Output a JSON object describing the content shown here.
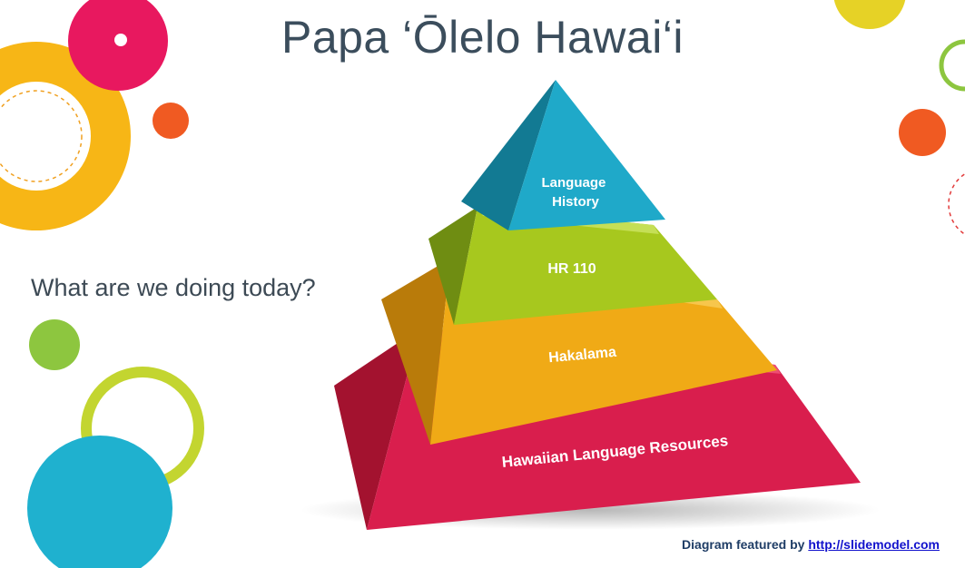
{
  "slide": {
    "title": "Papa ‘Ōlelo Hawai‘i",
    "subtitle": "What are we doing today?"
  },
  "pyramid": {
    "levels": [
      {
        "lines": [
          "Language",
          "History"
        ],
        "color": "#1fa9c9"
      },
      {
        "lines": [
          "HR 110"
        ],
        "color": "#a7c81e"
      },
      {
        "lines": [
          "Hakalama"
        ],
        "color": "#f0aa16"
      },
      {
        "lines": [
          "Hawaiian Language Resources"
        ],
        "color": "#d91e4d"
      }
    ]
  },
  "credit": {
    "prefix": "Diagram featured by ",
    "link_text": "http://slidemodel.com"
  },
  "colors": {
    "title": "#3b4d5c",
    "yellow": "#f7b616",
    "pink": "#e8185f",
    "orange": "#f05a22",
    "green": "#8dc63f",
    "lime": "#c3d530",
    "teal": "#1fb1cf"
  }
}
